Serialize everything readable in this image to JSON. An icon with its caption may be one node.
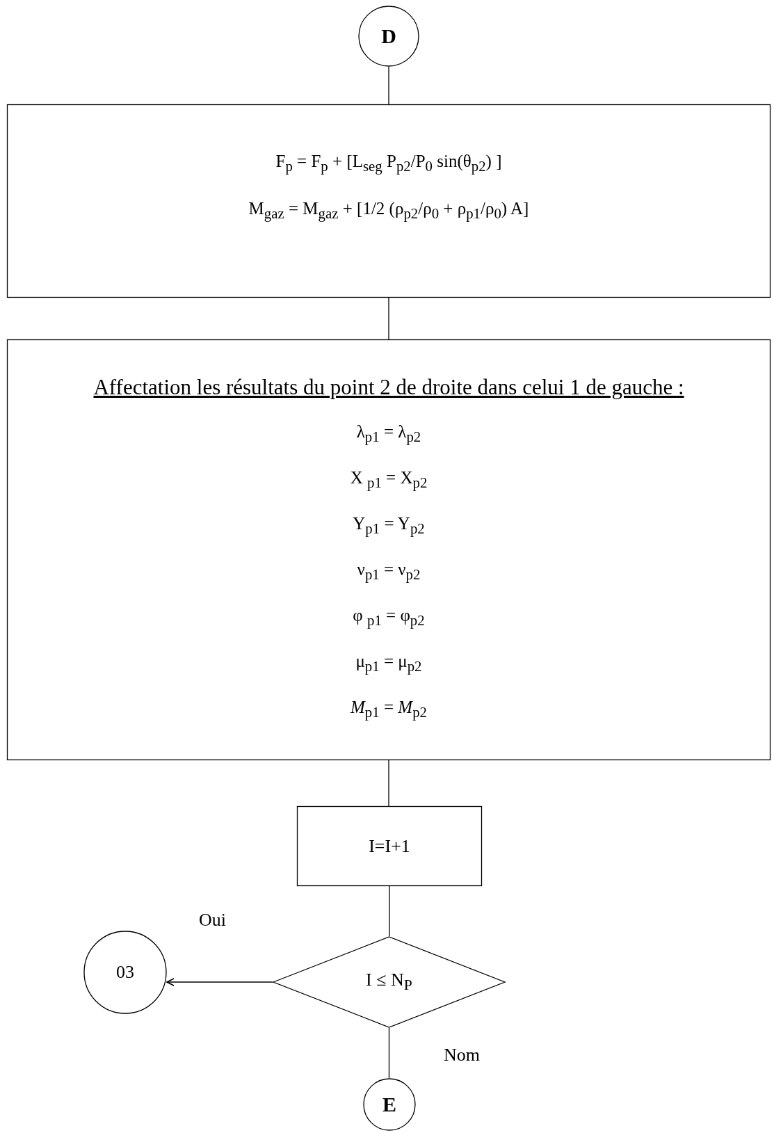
{
  "diagram": {
    "nodes": [
      {
        "text": [
          "D"
        ]
      },
      {
        "text": [
          "F$_{p}$ = F$_{p}$ + [L$_{seg}$ P$_{p2}$/P$_{0}$ sin(θ$_{p2}$) ]",
          "M$_{gaz}$ = M$_{gaz}$ + [1/2 (ρ$_{p2}$/ρ$_{0}$ + ρ$_{p1}$/ρ$_{0}$) A]"
        ]
      },
      {
        "text": [
          "Affectation les résultats du point 2 de droite dans celui 1 de gauche :",
          "λ$_{p1}$ = λ$_{p2}$",
          "X $_{p1}$ = X$_{p2}$",
          "Y$_{p1}$ = Y$_{p2}$",
          "ν$_{p1}$ = ν$_{p2}$",
          "φ $_{p1}$ = φ$_{p2}$",
          "μ$_{p1}$ = μ$_{p2}$",
          "*M*$_{p1}$ = *M*$_{p2}$"
        ]
      },
      {
        "text": [
          "I=I+1"
        ]
      },
      {
        "text": [
          "I ≤ N$_{P}$"
        ]
      },
      {
        "text": [
          "03"
        ]
      },
      {
        "text": [
          "E"
        ]
      }
    ],
    "edges": [
      {
        "from": 0,
        "to": 1,
        "arrow": "none"
      },
      {
        "from": 1,
        "to": 2,
        "arrow": "none"
      },
      {
        "from": 2,
        "to": 3,
        "arrow": "none"
      },
      {
        "from": 3,
        "to": 4,
        "arrow": "none"
      },
      {
        "from": 4,
        "to": 5,
        "arrow": "to",
        "label": "Oui"
      },
      {
        "from": 4,
        "to": 6,
        "arrow": "none",
        "label": "Nom"
      }
    ]
  }
}
